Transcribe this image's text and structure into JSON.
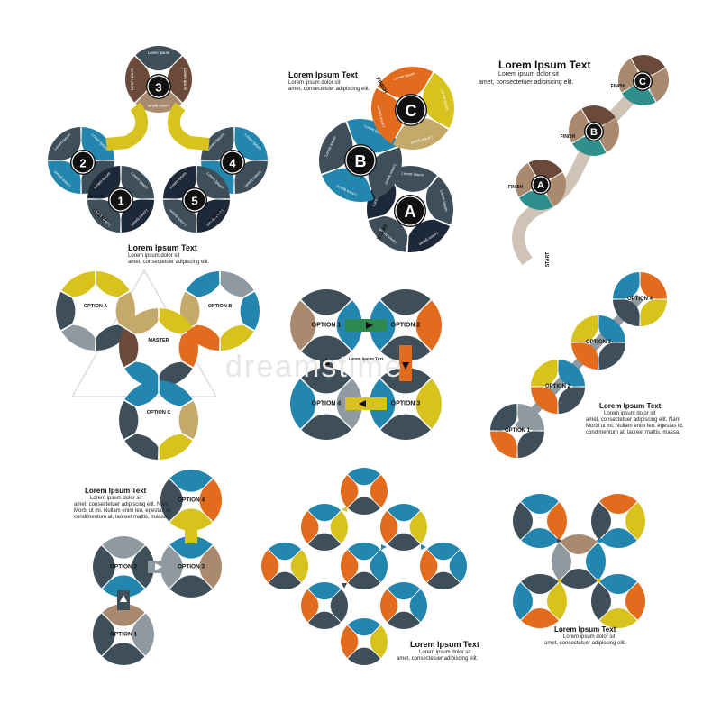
{
  "colors": {
    "orange": "#e36b1e",
    "yellow": "#d8c21e",
    "blue": "#2386ae",
    "teal": "#2f8f8c",
    "brown": "#6b4a39",
    "tan": "#a98a6e",
    "gray": "#8f9aa0",
    "slate": "#3f4f5a",
    "navy": "#1d2939",
    "green": "#2d8a4f",
    "khaki": "#c4a96a"
  },
  "texts": {
    "lorem_ipsum": "Lorem Ipsum",
    "heading": "Lorem Ipsum Text",
    "sub2": [
      "Lorem ipsum dolor sit",
      "amet, consectetuer adipiscing elit."
    ],
    "sub_nam": [
      "Lorem ipsum dolor sit",
      "amet, consectetuer adipiscing elit. Nam",
      "Morbi ut mi. Nullam enim leo, egestas id,",
      "condimentum at, laoreet mattis, massa."
    ],
    "start": "START",
    "finish": "FINISH",
    "master": "MASTER",
    "watermark": "dreamstime",
    "option_a": "OPTION A",
    "option_b": "OPTION B",
    "option_c": "OPTION C"
  },
  "labels": {
    "n1": "1",
    "n2": "2",
    "n3": "3",
    "n4": "4",
    "n5": "5",
    "a": "A",
    "b": "B",
    "c": "C",
    "opt1": "OPTION 1",
    "opt2": "OPTION 2",
    "opt3": "OPTION 3",
    "opt4": "OPTION 4"
  },
  "icons": {
    "arrows": "play-arrow-icon"
  }
}
